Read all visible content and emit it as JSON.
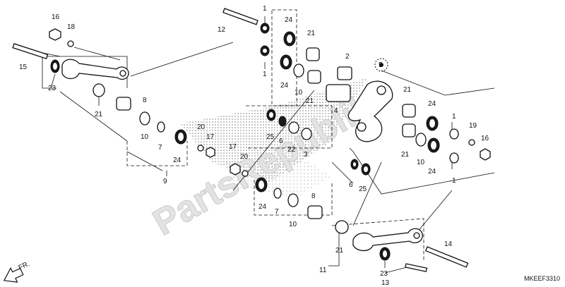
{
  "diagram_code": "MKEEF3310",
  "watermark": "PartsRepublik",
  "direction_label": "FR.",
  "callouts": {
    "c16_top": "16",
    "c18": "18",
    "c15": "15",
    "c23_left": "23",
    "c21_left": "21",
    "c8_left": "8",
    "c10_left": "10",
    "c7_left": "7",
    "c20_left": "20",
    "c17_left": "17",
    "c24_left": "24",
    "c9": "9",
    "c12": "12",
    "c1_a": "1",
    "c24_a": "24",
    "c21_a": "21",
    "c1_b": "1",
    "c24_b": "24",
    "c10_a": "10",
    "c21_b": "21",
    "c2": "2",
    "c4": "4",
    "c3": "3",
    "c22": "22",
    "c6_a": "6",
    "c25_a": "25",
    "c5": "5",
    "c21_r1": "21",
    "c24_r1": "24",
    "c1_r1": "1",
    "c19": "19",
    "c16_r": "16",
    "c21_r2": "21",
    "c10_r": "10",
    "c24_r2": "24",
    "c1_r2": "1",
    "c6_b": "6",
    "c25_b": "25",
    "c17_b": "17",
    "c20_b": "20",
    "c24_bl": "24",
    "c7_b": "7",
    "c10_b": "10",
    "c8_b": "8",
    "c21_bot": "21",
    "c14": "14",
    "c23_bot": "23",
    "c11": "11",
    "c13": "13"
  }
}
